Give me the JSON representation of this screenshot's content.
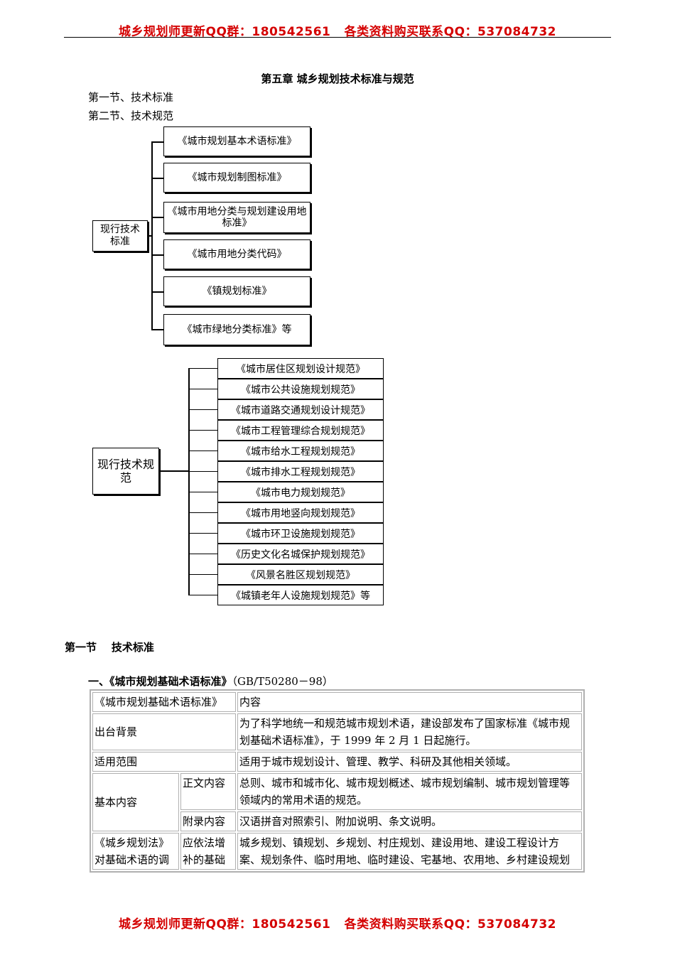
{
  "header": {
    "banner": "城乡规划师更新QQ群：180542561   各类资料购买联系QQ：537084732"
  },
  "footer": {
    "banner": "城乡规划师更新QQ群：180542561   各类资料购买联系QQ：537084732"
  },
  "chapter_title": "第五章   城乡规划技术标准与规范",
  "sections": [
    "第一节、技术标准",
    "第二节、技术规范"
  ],
  "diagram_standards": {
    "root": "现行技术标准",
    "items": [
      "《城市规划基本术语标准》",
      "《城市规划制图标准》",
      "《城市用地分类与规划建设用地标准》",
      "《城市用地分类代码》",
      "《镇规划标准》",
      "《城市绿地分类标准》等"
    ]
  },
  "diagram_codes": {
    "root": "现行技术规范",
    "items": [
      "《城市居住区规划设计规范》",
      "《城市公共设施规划规范》",
      "《城市道路交通规划设计规范》",
      "《城市工程管理综合规划规范》",
      "《城市给水工程规划规范》",
      "《城市排水工程规划规范》",
      "《城市电力规划规范》",
      "《城市用地竖向规划规范》",
      "《城市环卫设施规划规范》",
      "《历史文化名城保护规划规范》",
      "《风景名胜区规划规范》",
      "《城镇老年人设施规划规范》等"
    ]
  },
  "section_heading": "第一节    技术标准",
  "subheading": {
    "title": "一、《城市规划基础术语标准》",
    "code": "（GB/T50280－98）"
  },
  "table": {
    "header": [
      "《城市规划基础术语标准》",
      "内容"
    ],
    "background_label": "出台背景",
    "background_text": "为了科学地统一和规范城市规划术语，建设部发布了国家标准《城市规划基础术语标准》，于 1999 年 2 月 1 日起施行。",
    "scope_label": "适用范围",
    "scope_text": "适用于城市规划设计、管理、教学、科研及其他相关领域。",
    "basic_label": "基本内容",
    "main_label": "正文内容",
    "main_text": "总则、城市和城市化、城市规划概述、城市规划编制、城市规划管理等领域内的常用术语的规范。",
    "appendix_label": "附录内容",
    "appendix_text": "汉语拼音对照索引、附加说明、条文说明。",
    "adjust_label": "《城乡规划法》对基础术语的调整",
    "adjust_sub": "应依法增补的基础",
    "adjust_text": "城乡规划、镇规划、乡规划、村庄规划、建设用地、建设工程设计方案、规划条件、临时用地、临时建设、宅基地、农用地、乡村建设规划"
  }
}
